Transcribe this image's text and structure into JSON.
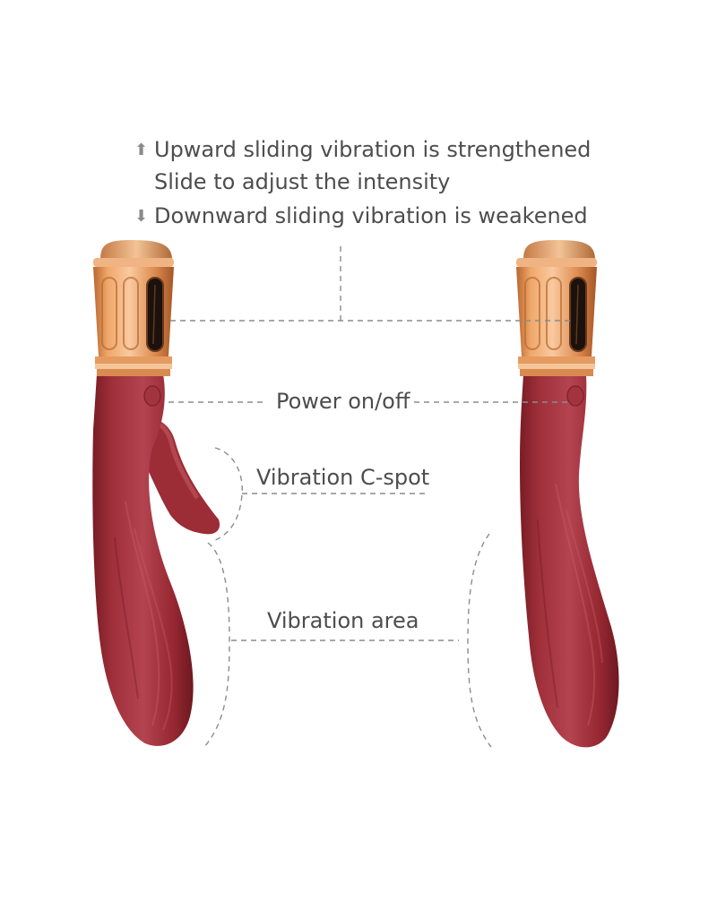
{
  "instructions": {
    "lines": [
      {
        "icon": "up-arrow-icon",
        "glyph": "⬆",
        "text": "Upward sliding vibration is strengthened"
      },
      {
        "icon": "",
        "glyph": "",
        "text": "Slide to adjust the intensity"
      },
      {
        "icon": "down-arrow-icon",
        "glyph": "⬇",
        "text": "Downward sliding vibration is weakened"
      }
    ]
  },
  "callouts": {
    "power": "Power on/off",
    "c_spot": "Vibration C-spot",
    "area": "Vibration area"
  },
  "products": [
    {
      "name": "rabbit-vibrator",
      "view": "left"
    },
    {
      "name": "g-spot-vibrator",
      "view": "right"
    }
  ],
  "colors": {
    "body": "#9a2a33",
    "body_highlight": "#b84a55",
    "body_shadow": "#6e1a22",
    "cap_gold": "#e0935a",
    "cap_highlight": "#f6c79b",
    "cap_shadow": "#a85a2c",
    "text": "#4d4d4d",
    "dash": "#8c8c8c"
  }
}
